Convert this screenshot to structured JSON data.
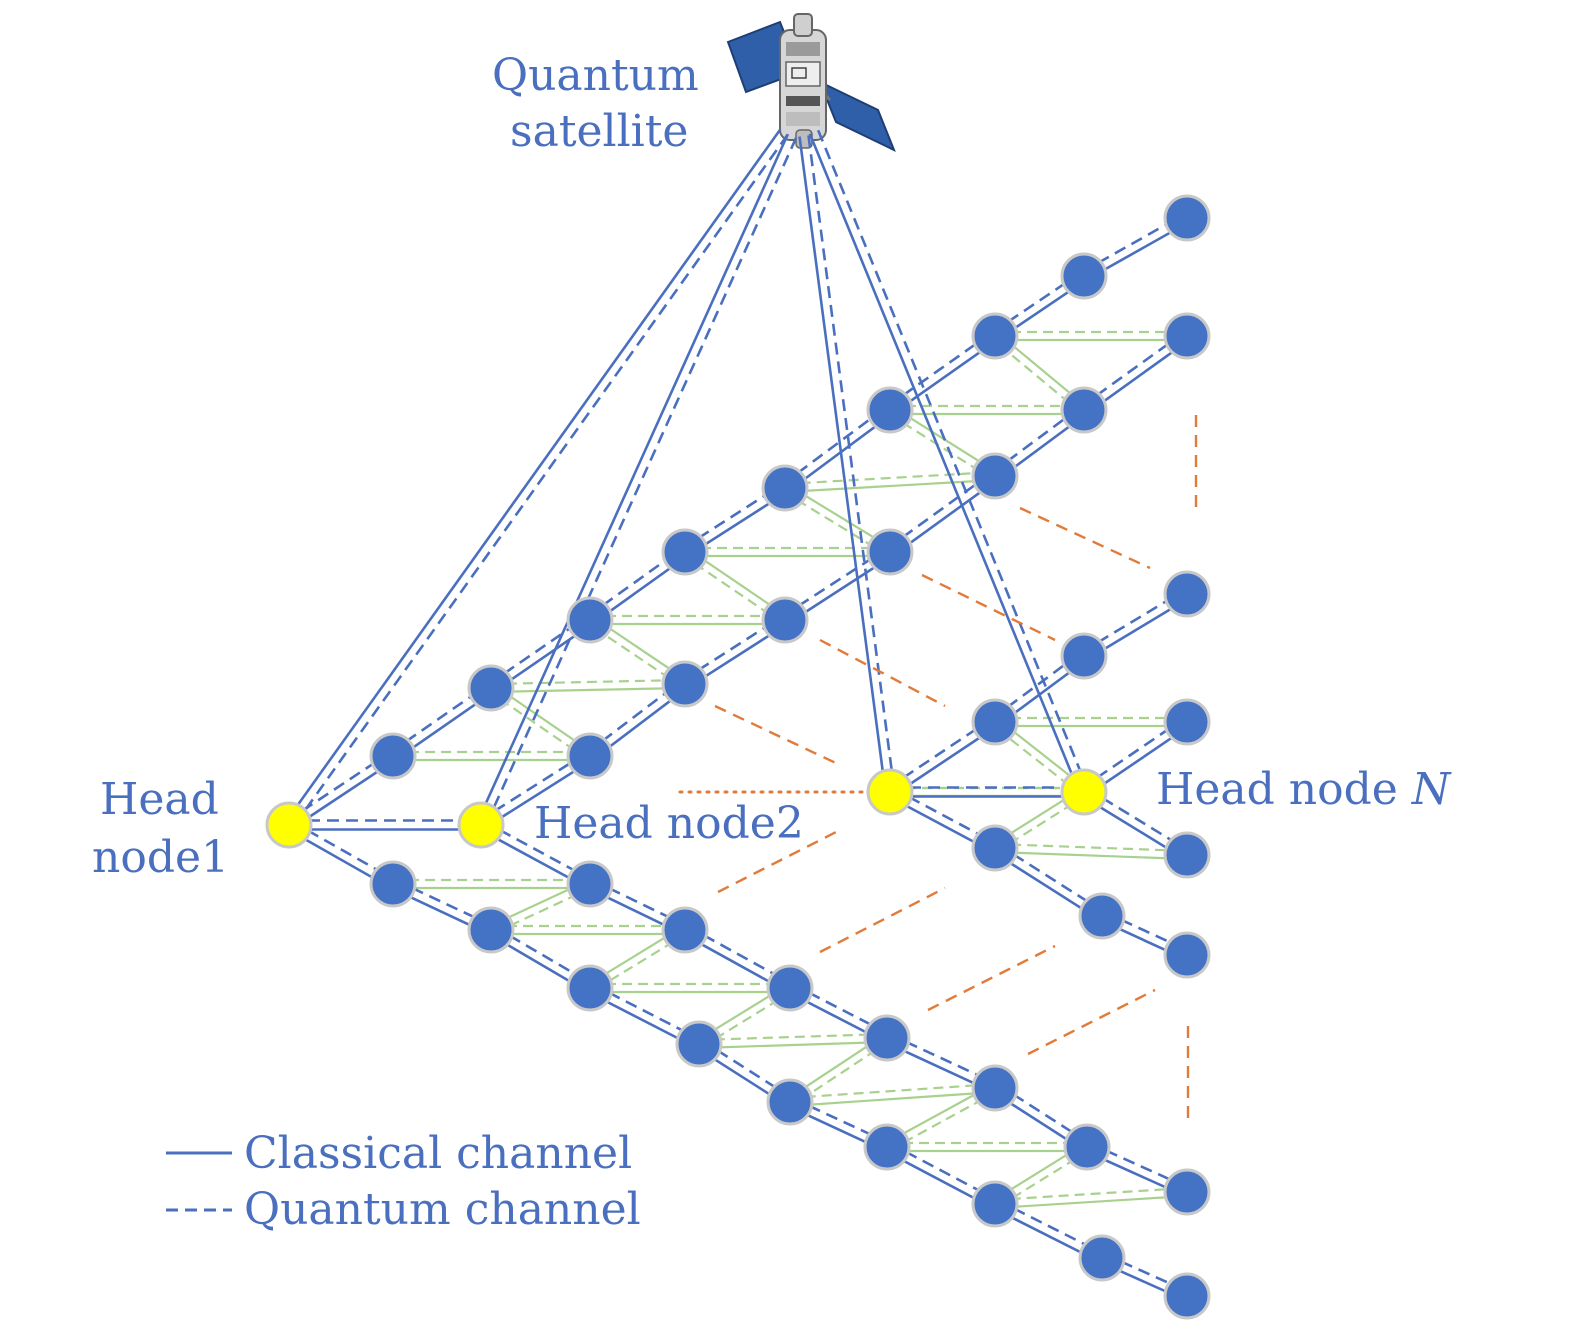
{
  "labels": {
    "satellite": [
      "Quantum",
      "satellite"
    ],
    "head1": [
      "Head",
      "node1"
    ],
    "head2": "Head node2",
    "headN_prefix": "Head node ",
    "headN_var": "N"
  },
  "legend": {
    "classical": "Classical channel",
    "quantum": "Quantum channel"
  },
  "colors": {
    "node": "#4472c4",
    "head": "#ffff00",
    "channel": "#4a6fbf",
    "intra_link": "#a9d18e",
    "ellipsis": "#e07b39",
    "text": "#4a6fbf"
  },
  "icons": {
    "satellite": "satellite-icon"
  }
}
